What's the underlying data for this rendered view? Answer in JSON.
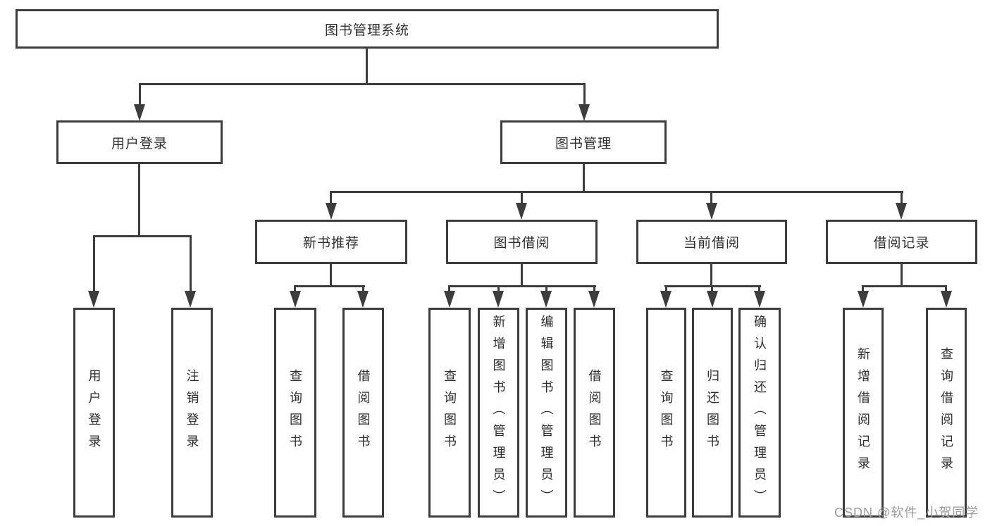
{
  "watermark": "CSDN @软件_小贺同学",
  "colors": {
    "line": "#3d3d3d",
    "text": "#2e2e2e",
    "background": "#ffffff",
    "watermark": "#9a9a9a"
  },
  "tree": {
    "label": "图书管理系统",
    "children": [
      {
        "label": "用户登录",
        "children": [
          {
            "label": "用户登录"
          },
          {
            "label": "注销登录"
          }
        ]
      },
      {
        "label": "图书管理",
        "children": [
          {
            "label": "新书推荐",
            "children": [
              {
                "label": "查询图书"
              },
              {
                "label": "借阅图书"
              }
            ]
          },
          {
            "label": "图书借阅",
            "children": [
              {
                "label": "查询图书"
              },
              {
                "label": "新增图书（管理员）"
              },
              {
                "label": "编辑图书（管理员）"
              },
              {
                "label": "借阅图书"
              }
            ]
          },
          {
            "label": "当前借阅",
            "children": [
              {
                "label": "查询图书"
              },
              {
                "label": "归还图书"
              },
              {
                "label": "确认归还（管理员）"
              }
            ]
          },
          {
            "label": "借阅记录",
            "children": [
              {
                "label": "新增借阅记录"
              },
              {
                "label": "查询借阅记录"
              }
            ]
          }
        ]
      }
    ]
  }
}
